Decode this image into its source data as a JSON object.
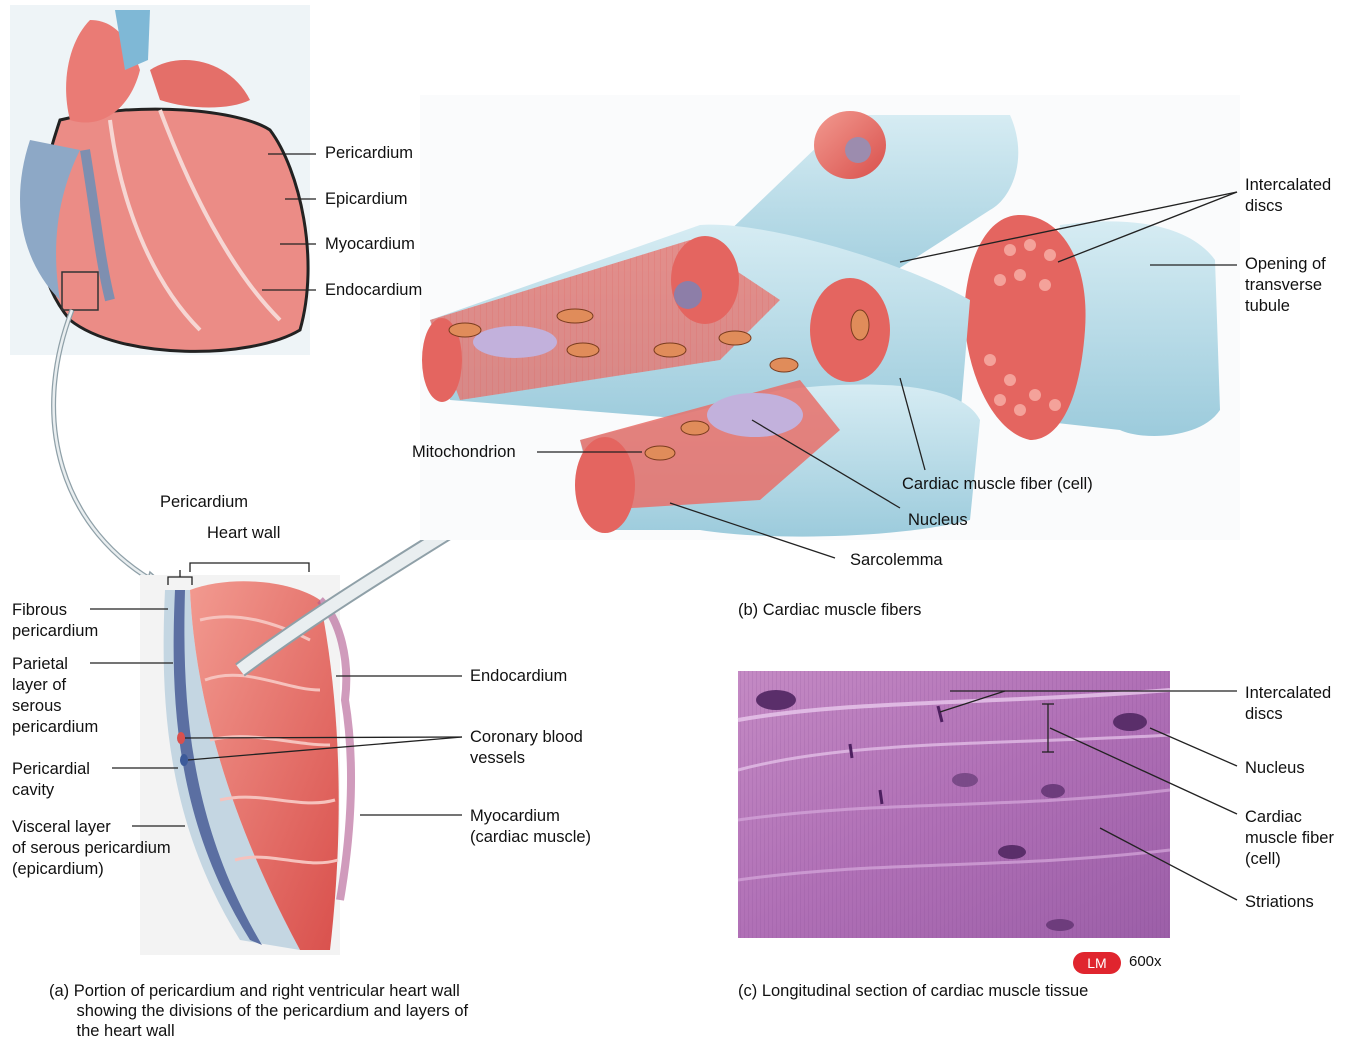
{
  "heart_labels": {
    "pericardium": "Pericardium",
    "epicardium": "Epicardium",
    "myocardium": "Myocardium",
    "endocardium": "Endocardium"
  },
  "wall_labels": {
    "pericardium_top": "Pericardium",
    "heart_wall": "Heart wall",
    "fibrous_pericardium": "Fibrous\npericardium",
    "parietal_layer": "Parietal\nlayer of\nserous\npericardium",
    "pericardial_cavity": "Pericardial\ncavity",
    "visceral_layer": "Visceral layer\nof serous pericardium\n(epicardium)",
    "endocardium": "Endocardium",
    "coronary_vessels": "Coronary blood\nvessels",
    "myocardium": "Myocardium\n(cardiac muscle)"
  },
  "fiber_labels": {
    "intercalated_discs": "Intercalated\ndiscs",
    "transverse_tubule": "Opening of\ntransverse\ntubule",
    "mitochondrion": "Mitochondrion",
    "cardiac_fiber": "Cardiac muscle fiber (cell)",
    "nucleus": "Nucleus",
    "sarcolemma": "Sarcolemma"
  },
  "micro_labels": {
    "intercalated_discs": "Intercalated\ndiscs",
    "nucleus": "Nucleus",
    "cardiac_fiber": "Cardiac\nmuscle fiber\n(cell)",
    "striations": "Striations"
  },
  "micrograph": {
    "badge": "LM",
    "magnification": "600x"
  },
  "captions": {
    "a": "(a) Portion of pericardium and right ventricular heart wall\n      showing the divisions of the pericardium and layers of\n      the heart wall",
    "b": "(b) Cardiac muscle fibers",
    "c": "(c) Longitudinal section of cardiac muscle tissue"
  },
  "colors": {
    "muscle": "#e8706a",
    "membrane": "#b9dce8",
    "micrograph": "#b878b8",
    "lm_badge": "#e0252e"
  }
}
